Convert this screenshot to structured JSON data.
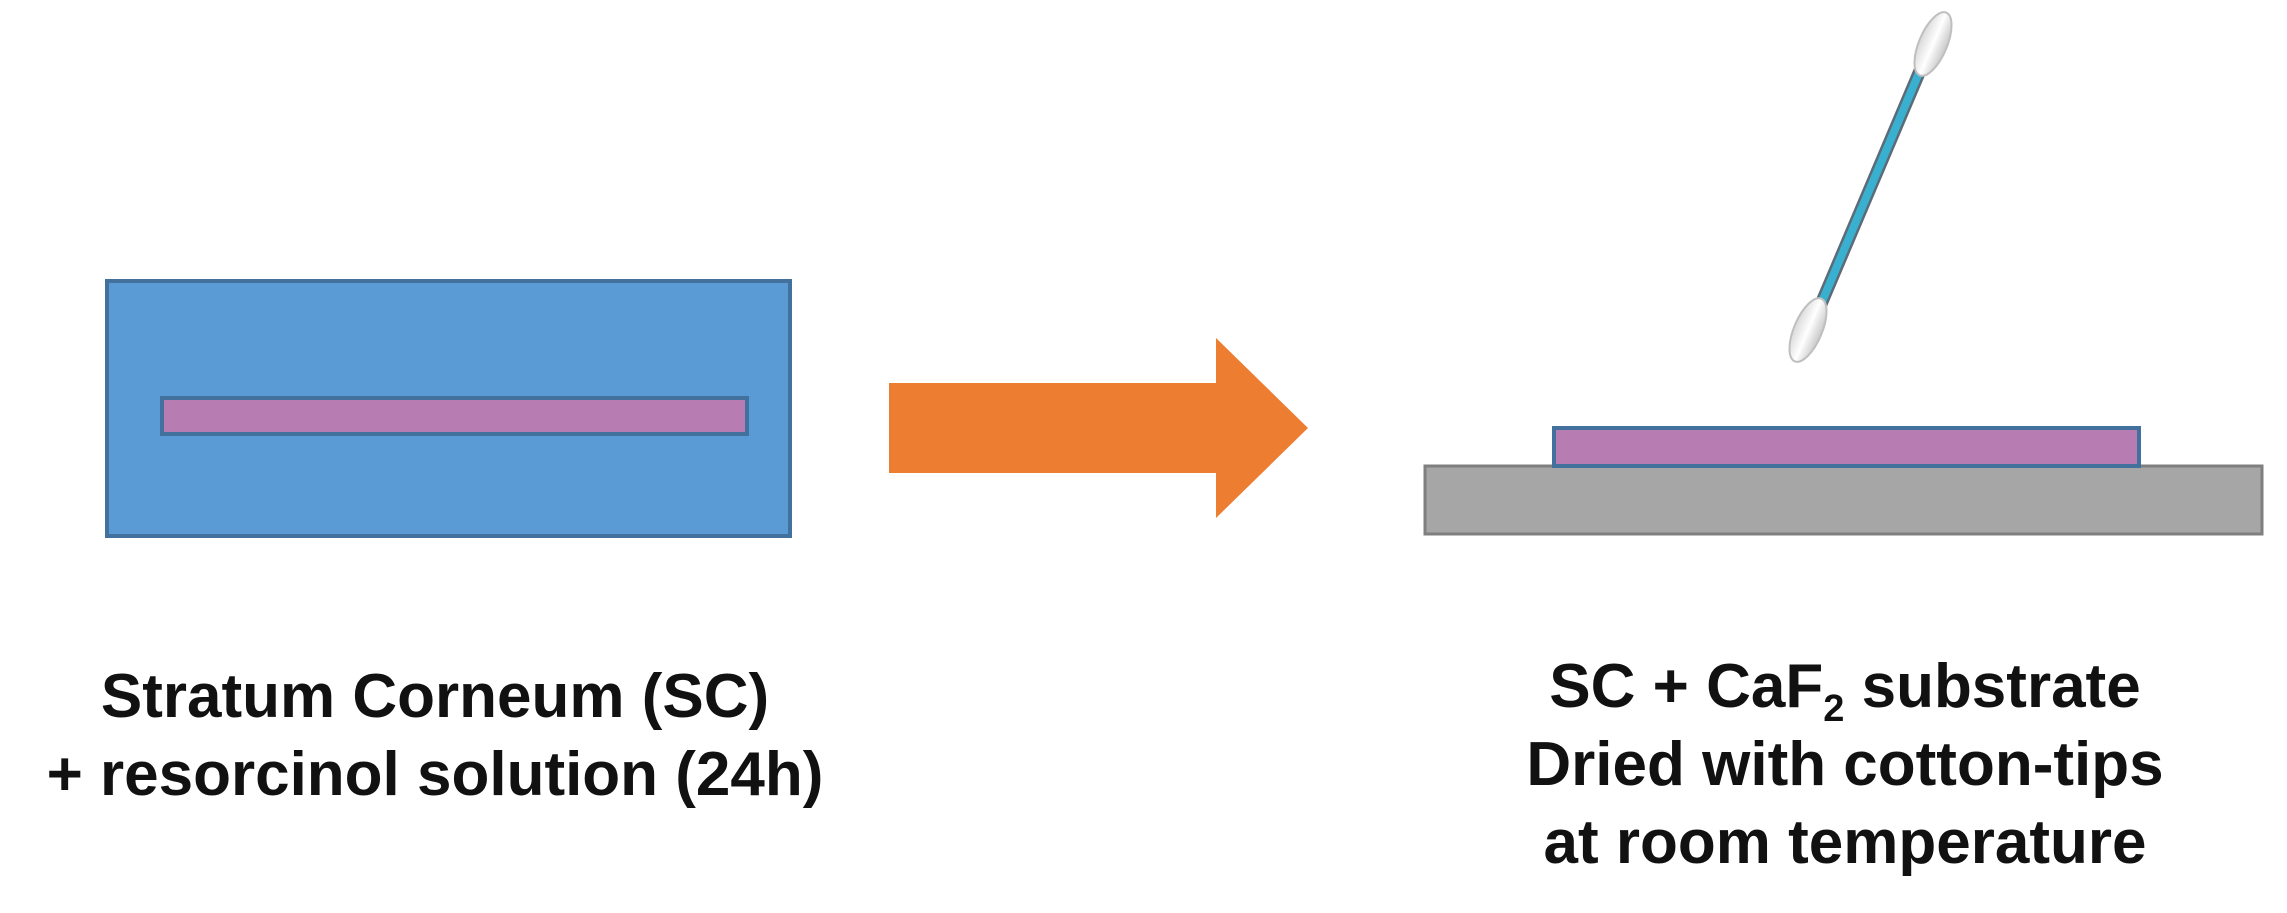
{
  "colors": {
    "container_fill": "#5b9bd5",
    "container_stroke": "#41719c",
    "sample_fill": "#b77db3",
    "sample_stroke": "#41719c",
    "arrow_fill": "#ed7d31",
    "substrate_fill": "#a6a6a6",
    "substrate_stroke": "#7f7f7f",
    "swab_stick": "#3ab0d0",
    "swab_tip": "#eeeeee"
  },
  "left_panel": {
    "caption_line1": "Stratum Corneum (SC)",
    "caption_line2": "+ resorcinol solution (24h)"
  },
  "right_panel": {
    "caption_line1_pre": "SC + CaF",
    "caption_line1_sub": "2",
    "caption_line1_post": " substrate",
    "caption_line2": "Dried with cotton-tips",
    "caption_line3": "at room temperature"
  },
  "icons": {
    "arrow": "right-arrow-icon",
    "swab": "cotton-swab-icon"
  }
}
